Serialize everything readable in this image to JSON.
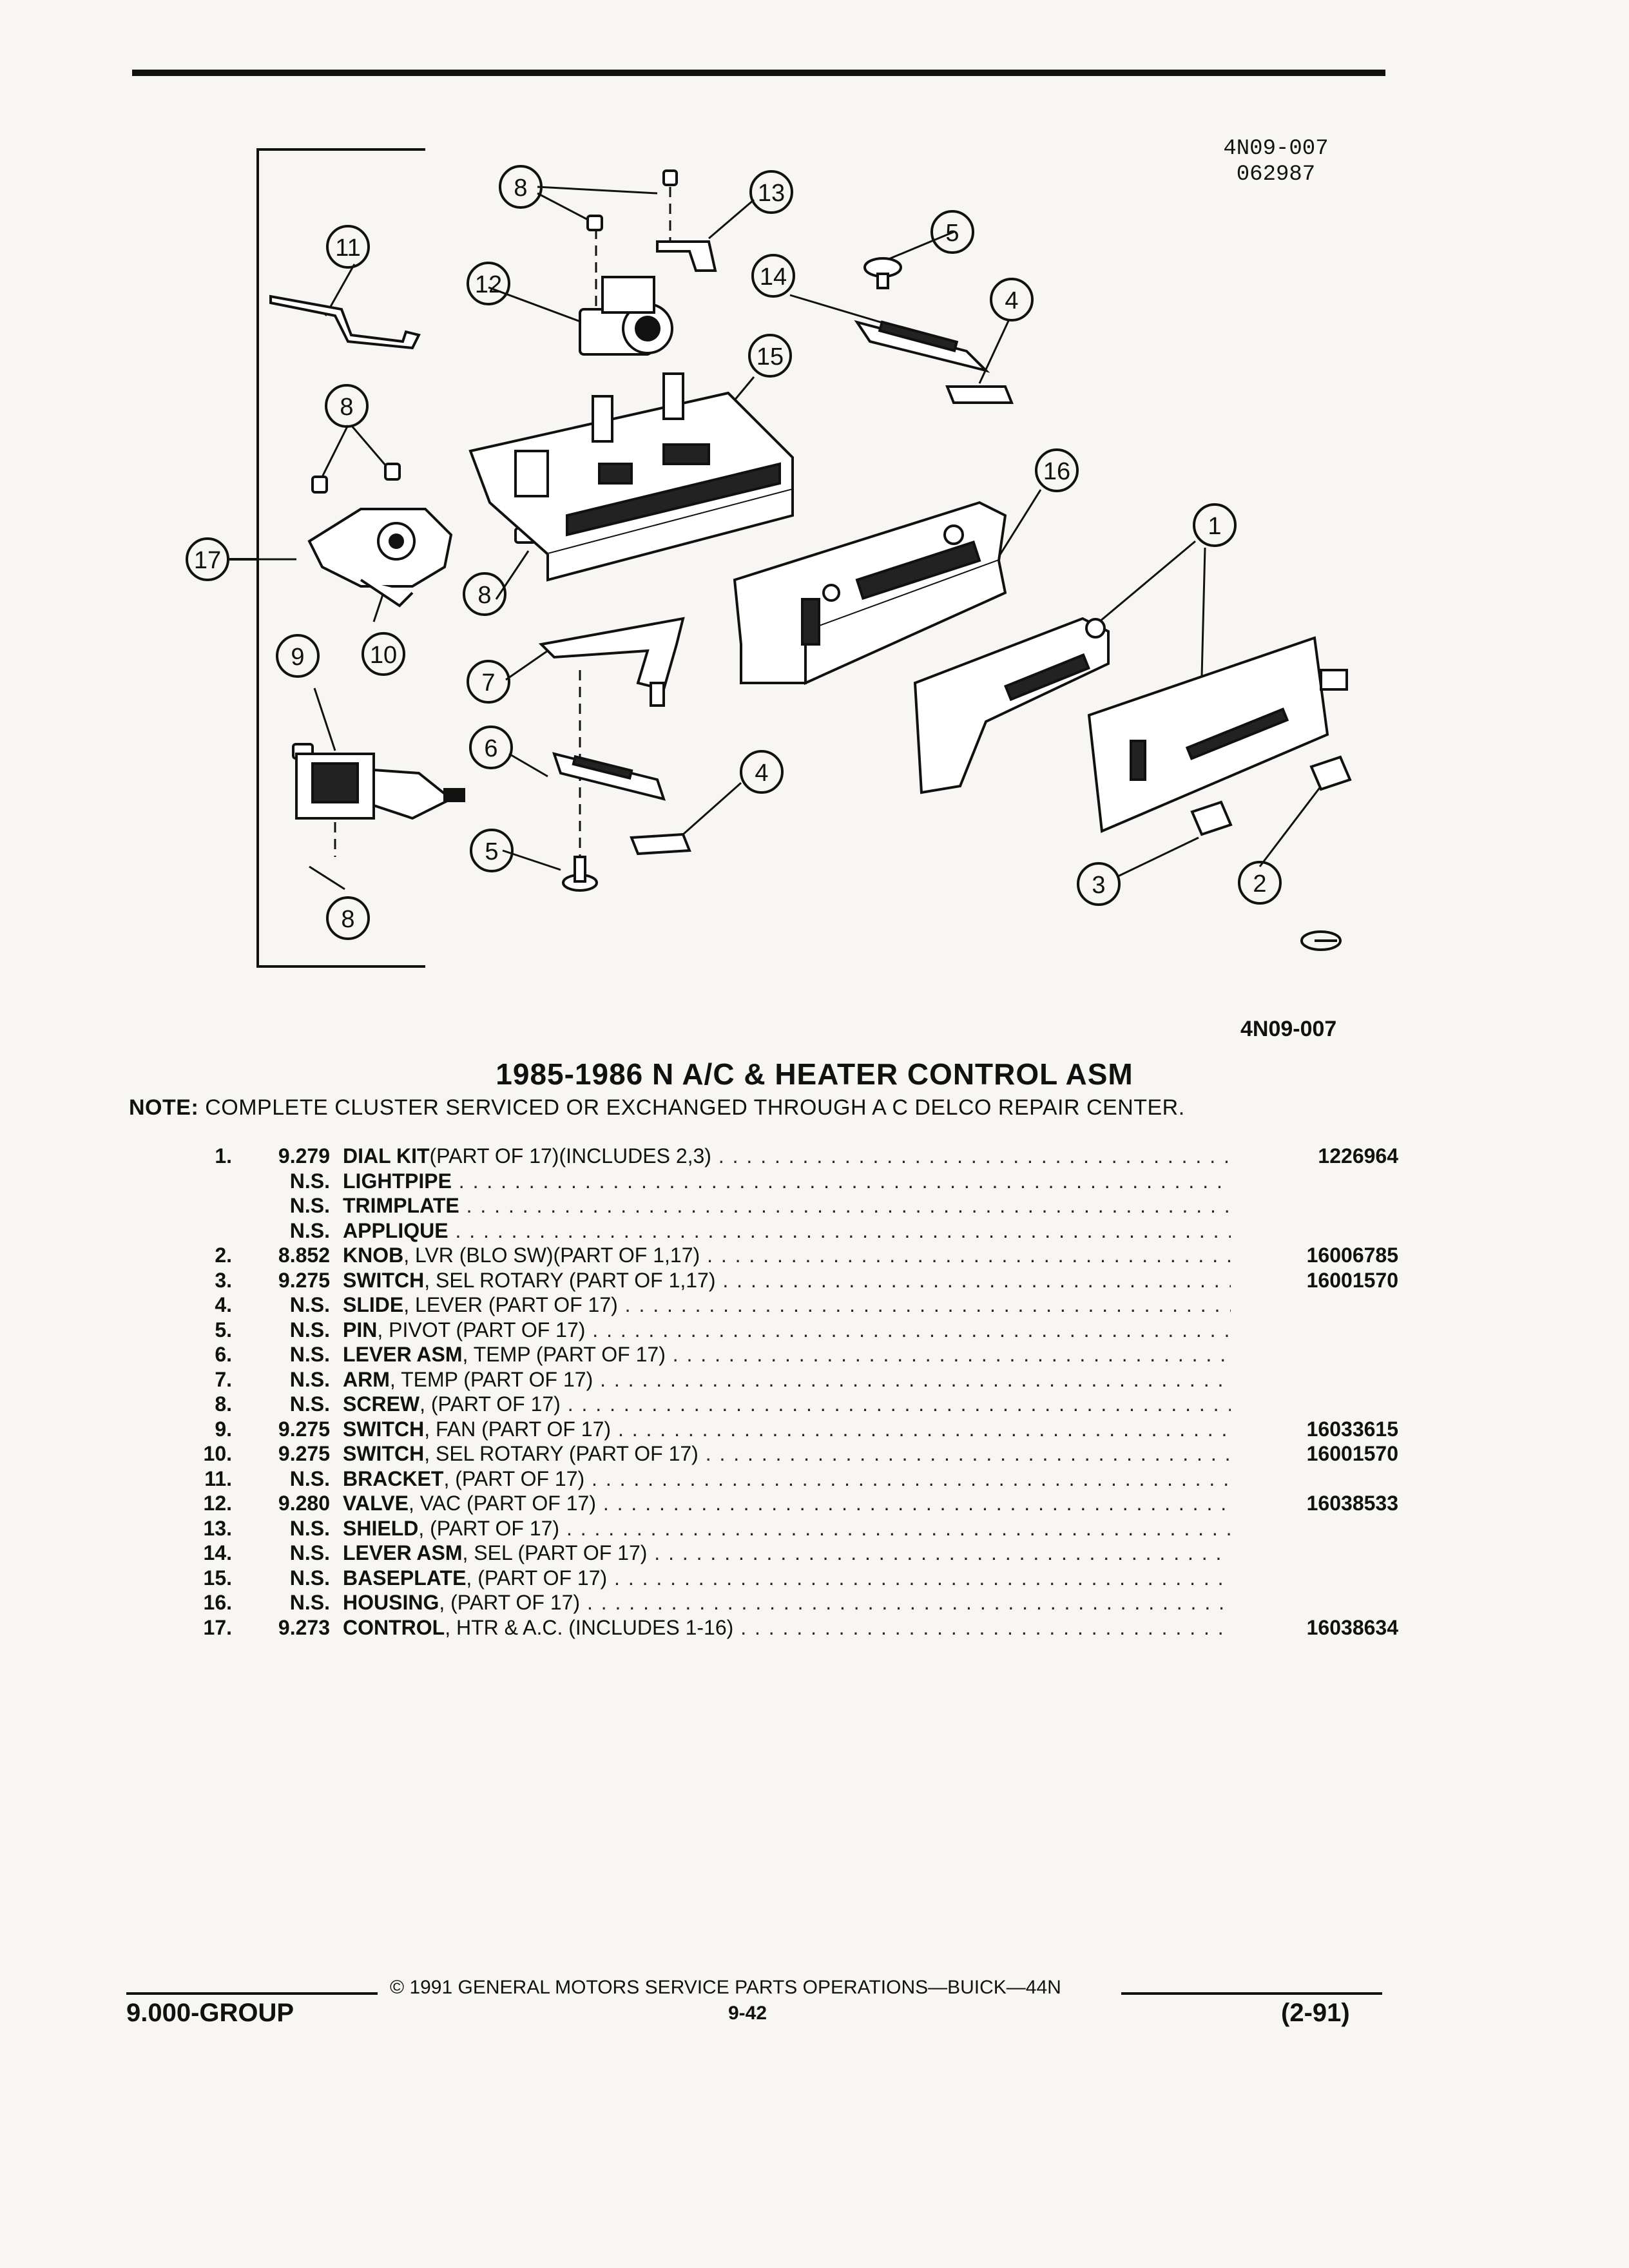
{
  "header": {
    "doc_id_top": "4N09-007",
    "doc_id_date": "062987",
    "figure_label": "4N09-007"
  },
  "callouts": {
    "c1": "1",
    "c2": "2",
    "c3": "3",
    "c4a": "4",
    "c4b": "4",
    "c5a": "5",
    "c5b": "5",
    "c6": "6",
    "c7": "7",
    "c8a": "8",
    "c8b": "8",
    "c8c": "8",
    "c8d": "8",
    "c9": "9",
    "c10": "10",
    "c11": "11",
    "c12": "12",
    "c13": "13",
    "c14": "14",
    "c15": "15",
    "c16": "16",
    "c17": "17"
  },
  "title": "1985-1986 N A/C & HEATER CONTROL ASM",
  "note": {
    "label": "NOTE:",
    "text": "COMPLETE CLUSTER SERVICED OR EXCHANGED THROUGH A C DELCO REPAIR CENTER."
  },
  "parts": [
    {
      "num": "1.",
      "group": "9.279",
      "name": "DIAL KIT",
      "detail": "(PART OF 17)(INCLUDES 2,3)",
      "part_no": "1226964"
    },
    {
      "num": "",
      "group": "N.S.",
      "name": "LIGHTPIPE",
      "detail": "",
      "part_no": ""
    },
    {
      "num": "",
      "group": "N.S.",
      "name": "TRIMPLATE",
      "detail": "",
      "part_no": ""
    },
    {
      "num": "",
      "group": "N.S.",
      "name": "APPLIQUE",
      "detail": "",
      "part_no": ""
    },
    {
      "num": "2.",
      "group": "8.852",
      "name": "KNOB",
      "detail": ", LVR (BLO SW)(PART OF 1,17)",
      "part_no": "16006785"
    },
    {
      "num": "3.",
      "group": "9.275",
      "name": "SWITCH",
      "detail": ", SEL ROTARY (PART OF 1,17)",
      "part_no": "16001570"
    },
    {
      "num": "4.",
      "group": "N.S.",
      "name": "SLIDE",
      "detail": ", LEVER (PART OF 17)",
      "part_no": ""
    },
    {
      "num": "5.",
      "group": "N.S.",
      "name": "PIN",
      "detail": ", PIVOT (PART OF 17)",
      "part_no": ""
    },
    {
      "num": "6.",
      "group": "N.S.",
      "name": "LEVER ASM",
      "detail": ", TEMP (PART OF 17)",
      "part_no": ""
    },
    {
      "num": "7.",
      "group": "N.S.",
      "name": "ARM",
      "detail": ", TEMP (PART OF 17)",
      "part_no": ""
    },
    {
      "num": "8.",
      "group": "N.S.",
      "name": "SCREW",
      "detail": ", (PART OF 17)",
      "part_no": ""
    },
    {
      "num": "9.",
      "group": "9.275",
      "name": "SWITCH",
      "detail": ", FAN (PART OF 17)",
      "part_no": "16033615"
    },
    {
      "num": "10.",
      "group": "9.275",
      "name": "SWITCH",
      "detail": ", SEL ROTARY (PART OF 17)",
      "part_no": "16001570"
    },
    {
      "num": "11.",
      "group": "N.S.",
      "name": "BRACKET",
      "detail": ", (PART OF 17)",
      "part_no": ""
    },
    {
      "num": "12.",
      "group": "9.280",
      "name": "VALVE",
      "detail": ", VAC (PART OF 17)",
      "part_no": "16038533"
    },
    {
      "num": "13.",
      "group": "N.S.",
      "name": "SHIELD",
      "detail": ", (PART OF 17)",
      "part_no": ""
    },
    {
      "num": "14.",
      "group": "N.S.",
      "name": "LEVER ASM",
      "detail": ", SEL (PART OF 17)",
      "part_no": ""
    },
    {
      "num": "15.",
      "group": "N.S.",
      "name": "BASEPLATE",
      "detail": ", (PART OF 17)",
      "part_no": ""
    },
    {
      "num": "16.",
      "group": "N.S.",
      "name": "HOUSING",
      "detail": ", (PART OF 17)",
      "part_no": ""
    },
    {
      "num": "17.",
      "group": "9.273",
      "name": "CONTROL",
      "detail": ", HTR & A.C. (INCLUDES 1-16)",
      "part_no": "16038634"
    }
  ],
  "footer": {
    "copyright": "© 1991 GENERAL MOTORS SERVICE PARTS OPERATIONS—BUICK—44N",
    "group": "9.000-GROUP",
    "page": "9-42",
    "revision": "(2-91)"
  }
}
